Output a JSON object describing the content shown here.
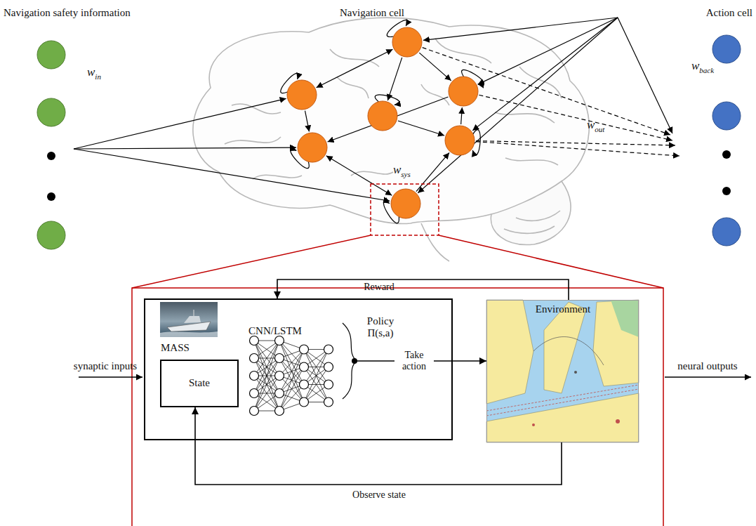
{
  "diagram": {
    "nodes": [
      {
        "text": [
          "MASS",
          "CNN/LSTM",
          "Policy Π(s,a)"
        ]
      },
      {
        "text": [
          "State"
        ],
        "in": 0
      },
      {
        "text": [
          "Environment"
        ]
      }
    ],
    "edges": [
      {
        "from": 2,
        "to": 0,
        "arrow": "to",
        "label": "Reward"
      },
      {
        "from": 0,
        "to": 2,
        "arrow": "to",
        "label": "Take action"
      },
      {
        "from": 2,
        "to": 1,
        "arrow": "to",
        "label": "Observe state"
      }
    ],
    "labels": [
      "Navigation safety information",
      "Navigation cell",
      "Action cell",
      "w",
      "in",
      "w",
      "back",
      "w",
      "out",
      "w",
      "sys",
      "synaptic inputs",
      "neural outputs"
    ]
  }
}
